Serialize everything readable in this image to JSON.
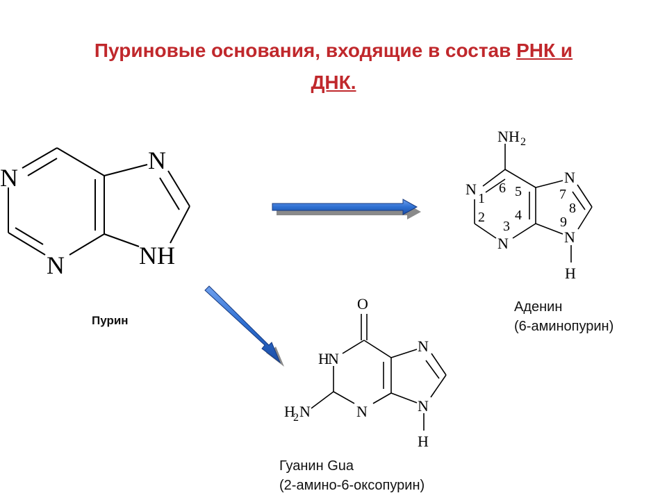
{
  "title": {
    "line1_prefix": "Пуриновые основания, входящие в состав ",
    "line1_underlined": "РНК и",
    "line2_underlined": "ДНК."
  },
  "purine": {
    "atoms": {
      "n_left": "N",
      "n_top": "N",
      "nh": "NH",
      "n_bottom": "N"
    },
    "caption": "Пурин"
  },
  "adenine": {
    "atoms": {
      "nh2": "NH2",
      "n1": "N",
      "n3": "N",
      "n7": "N",
      "n9": "N",
      "h": "H"
    },
    "numbers": [
      "1",
      "2",
      "3",
      "4",
      "5",
      "6",
      "7",
      "8",
      "9"
    ],
    "caption_name": "Аденин",
    "caption_formula": "(6-аминопурин)"
  },
  "guanine": {
    "atoms": {
      "o": "O",
      "hn": "HN",
      "h2n": "H2N",
      "n3": "N",
      "n7": "N",
      "n9": "N",
      "h": "H"
    },
    "caption_name": "Гуанин Gua",
    "caption_formula": "(2-амино-6-оксопурин)"
  },
  "colors": {
    "title": "#c0282c",
    "arrow_fill": "#2e6fd1",
    "arrow_shadow": "#8a8a8a",
    "arrow_edge": "#173a80"
  }
}
